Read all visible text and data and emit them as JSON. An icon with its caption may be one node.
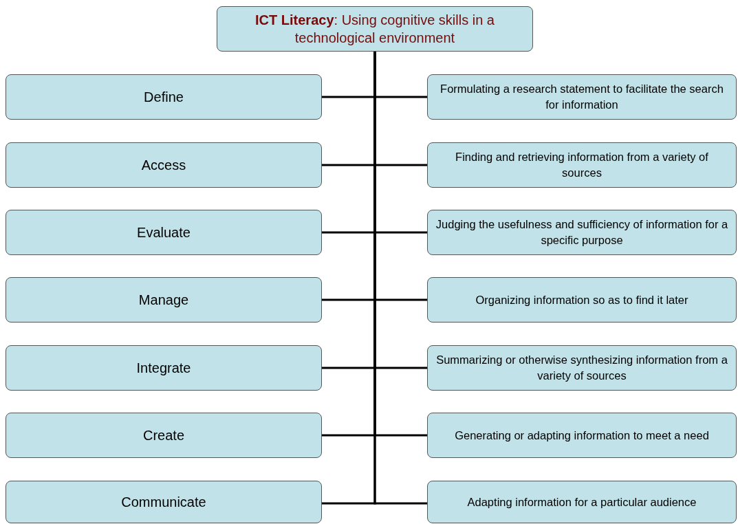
{
  "diagram": {
    "nodes": [
      {
        "text": [
          "**ICT Literacy**: Using cognitive skills in a technological environment"
        ]
      },
      {
        "text": [
          "Define"
        ]
      },
      {
        "text": [
          "Formulating a research statement to facilitate the search for information"
        ]
      },
      {
        "text": [
          "Access"
        ]
      },
      {
        "text": [
          "Finding and retrieving information from a variety of sources"
        ]
      },
      {
        "text": [
          "Evaluate"
        ]
      },
      {
        "text": [
          "Judging the usefulness and sufficiency of information for a specific purpose"
        ]
      },
      {
        "text": [
          "Manage"
        ]
      },
      {
        "text": [
          "Organizing information so as to find it later"
        ]
      },
      {
        "text": [
          "Integrate"
        ]
      },
      {
        "text": [
          "Summarizing or otherwise synthesizing information from a variety of sources"
        ]
      },
      {
        "text": [
          "Create"
        ]
      },
      {
        "text": [
          "Generating or adapting information to meet a need"
        ]
      },
      {
        "text": [
          "Communicate"
        ]
      },
      {
        "text": [
          "Adapting information for a particular audience"
        ]
      }
    ],
    "edges": [
      {
        "from": 0,
        "to": 1,
        "arrow": "none"
      },
      {
        "from": 0,
        "to": 2,
        "arrow": "none"
      },
      {
        "from": 0,
        "to": 3,
        "arrow": "none"
      },
      {
        "from": 0,
        "to": 4,
        "arrow": "none"
      },
      {
        "from": 0,
        "to": 5,
        "arrow": "none"
      },
      {
        "from": 0,
        "to": 6,
        "arrow": "none"
      },
      {
        "from": 0,
        "to": 7,
        "arrow": "none"
      },
      {
        "from": 0,
        "to": 8,
        "arrow": "none"
      },
      {
        "from": 0,
        "to": 9,
        "arrow": "none"
      },
      {
        "from": 0,
        "to": 10,
        "arrow": "none"
      },
      {
        "from": 0,
        "to": 11,
        "arrow": "none"
      },
      {
        "from": 0,
        "to": 12,
        "arrow": "none"
      },
      {
        "from": 0,
        "to": 13,
        "arrow": "none"
      },
      {
        "from": 0,
        "to": 14,
        "arrow": "none"
      }
    ]
  }
}
